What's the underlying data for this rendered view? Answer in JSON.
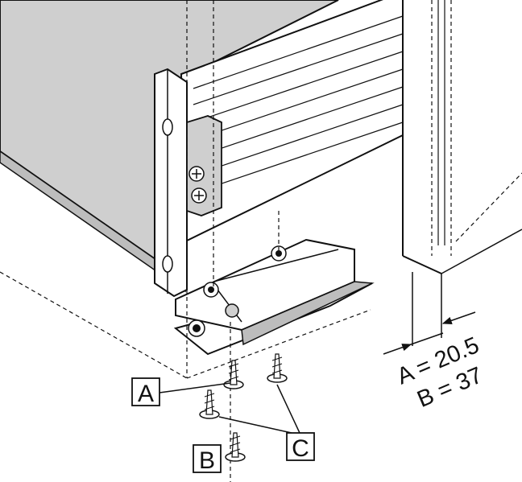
{
  "callouts": {
    "a_label": "A",
    "b_label": "B",
    "c_label": "C"
  },
  "dimensions": {
    "a_value": "A = 20.5",
    "b_value": "B = 37"
  },
  "colors": {
    "line": "#111111",
    "shade": "#cfcfcf",
    "shade_dark": "#bdbdbd",
    "paper": "#ffffff"
  }
}
